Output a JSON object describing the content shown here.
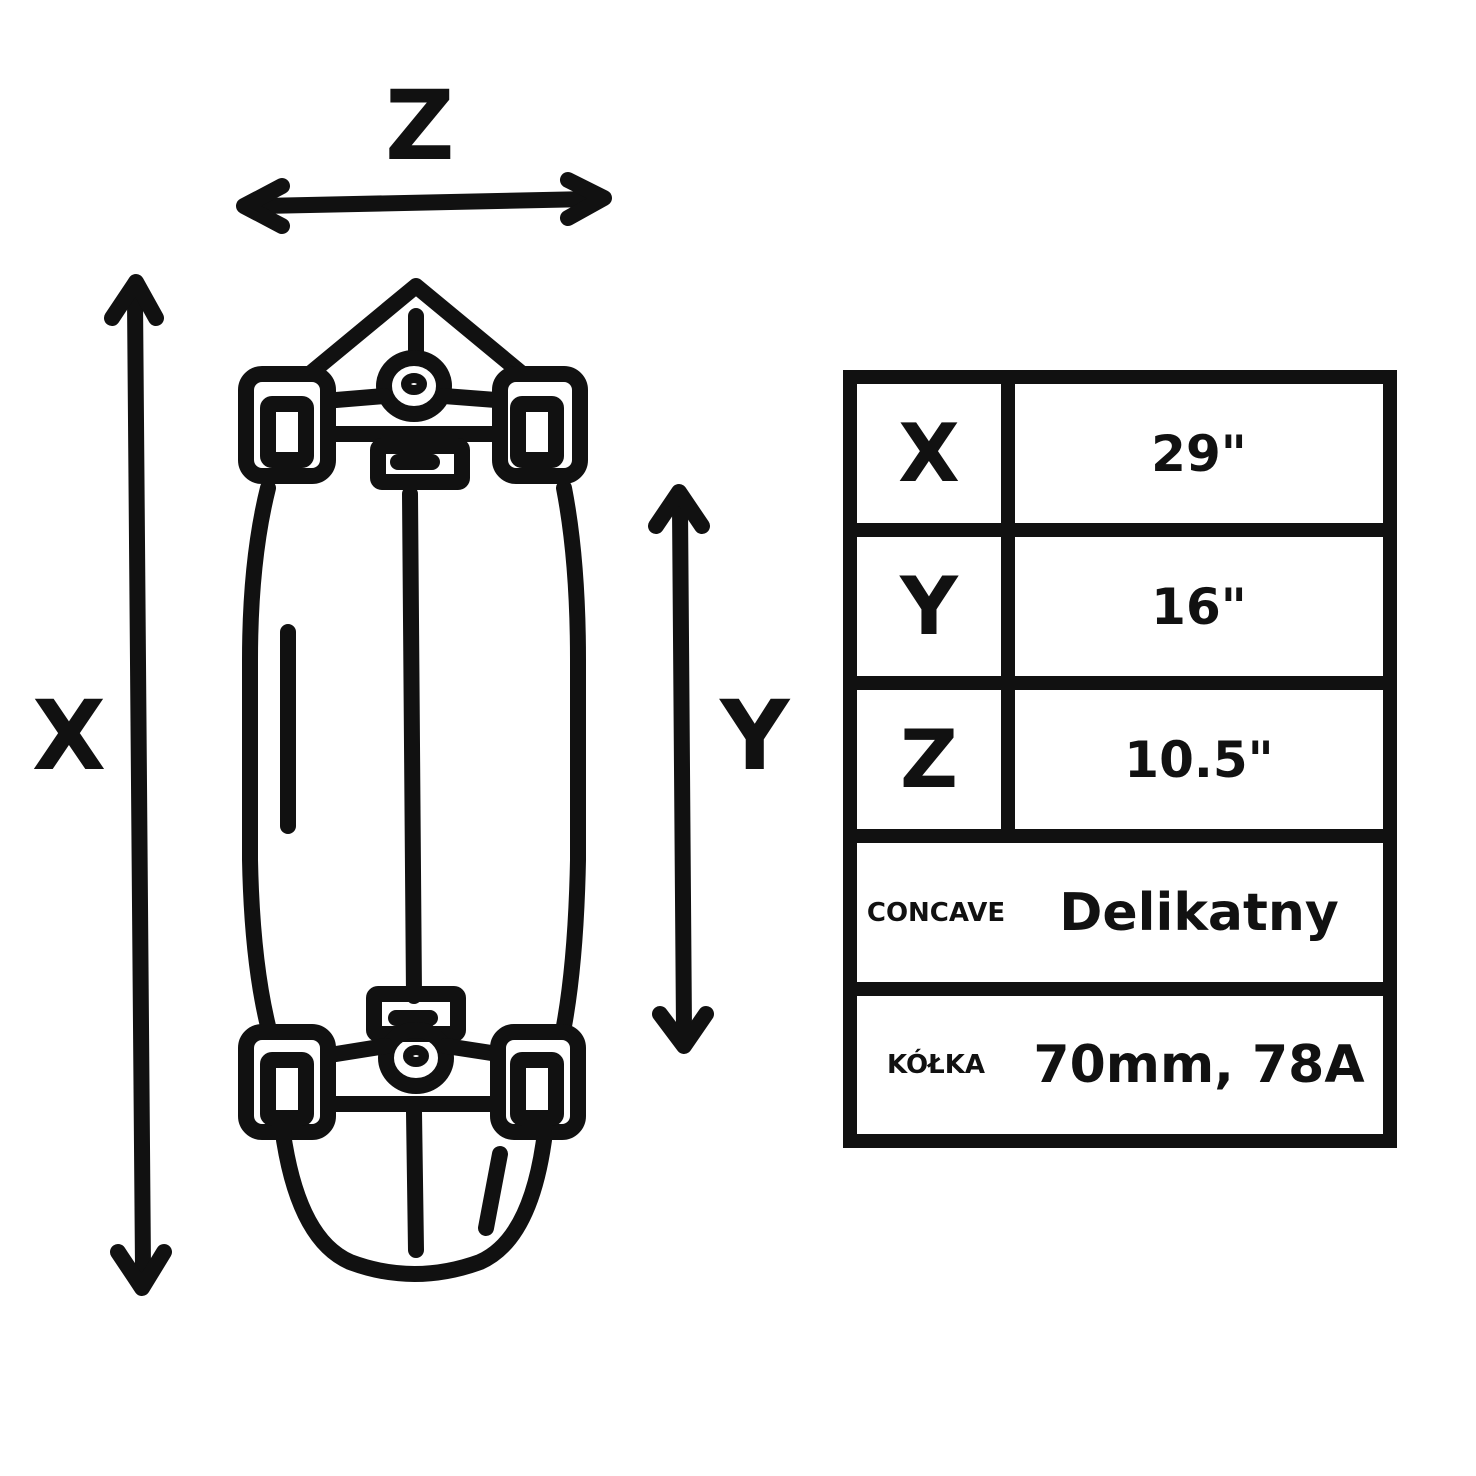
{
  "dimension_labels": {
    "z": "Z",
    "x": "X",
    "y": "Y"
  },
  "specs": {
    "rows": [
      {
        "key": "X",
        "value": "29\""
      },
      {
        "key": "Y",
        "value": "16\""
      },
      {
        "key": "Z",
        "value": "10.5\""
      },
      {
        "key": "CONCAVE",
        "value": "Delikatny"
      },
      {
        "key": "KÓŁKA",
        "value": "70mm, 78A"
      }
    ]
  },
  "colors": {
    "ink": "#111111",
    "background": "#ffffff"
  },
  "icons": [
    "surfskate-board-icon",
    "double-arrow-icon"
  ]
}
